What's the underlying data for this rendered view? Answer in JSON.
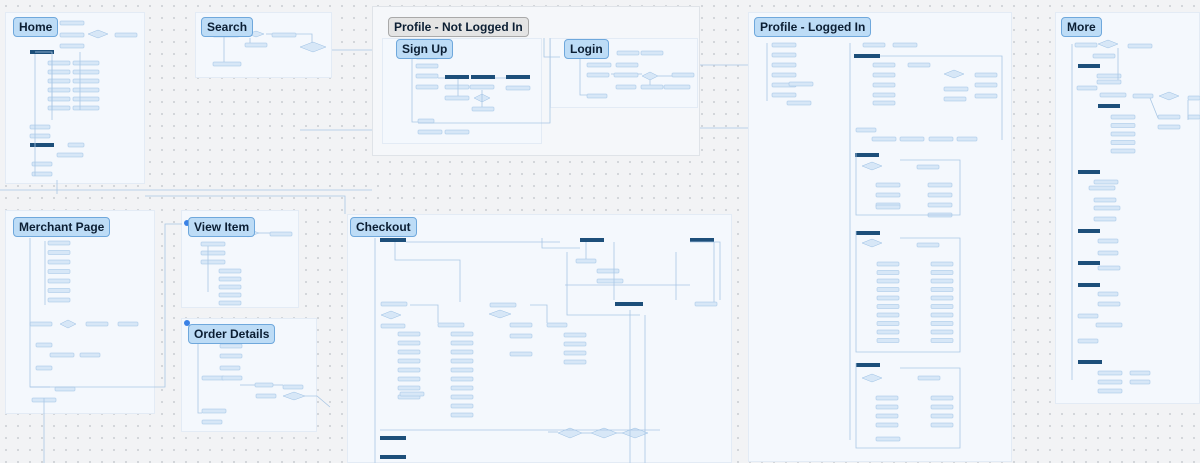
{
  "canvas": {
    "background": "#f2f3f5",
    "section_fill": "#f4f8fd",
    "node_fill": "#d7e7f7",
    "node_border": "#9cc0e4",
    "header_fill": "#1d4f7a",
    "line_color": "#a9c6e4",
    "accent": "#2d7ff0"
  },
  "sections": [
    {
      "id": "home",
      "label": "Home",
      "style": "blue"
    },
    {
      "id": "search",
      "label": "Search",
      "style": "blue"
    },
    {
      "id": "profile-not-logged-in",
      "label": "Profile - Not Logged In",
      "style": "grey"
    },
    {
      "id": "sign-up",
      "label": "Sign Up",
      "style": "blue"
    },
    {
      "id": "login",
      "label": "Login",
      "style": "blue"
    },
    {
      "id": "profile-logged-in",
      "label": "Profile - Logged In",
      "style": "blue"
    },
    {
      "id": "more",
      "label": "More",
      "style": "blue"
    },
    {
      "id": "merchant-page",
      "label": "Merchant Page",
      "style": "blue"
    },
    {
      "id": "view-item",
      "label": "View Item",
      "style": "blue"
    },
    {
      "id": "checkout",
      "label": "Checkout",
      "style": "blue"
    },
    {
      "id": "order-details",
      "label": "Order Details",
      "style": "blue"
    }
  ]
}
